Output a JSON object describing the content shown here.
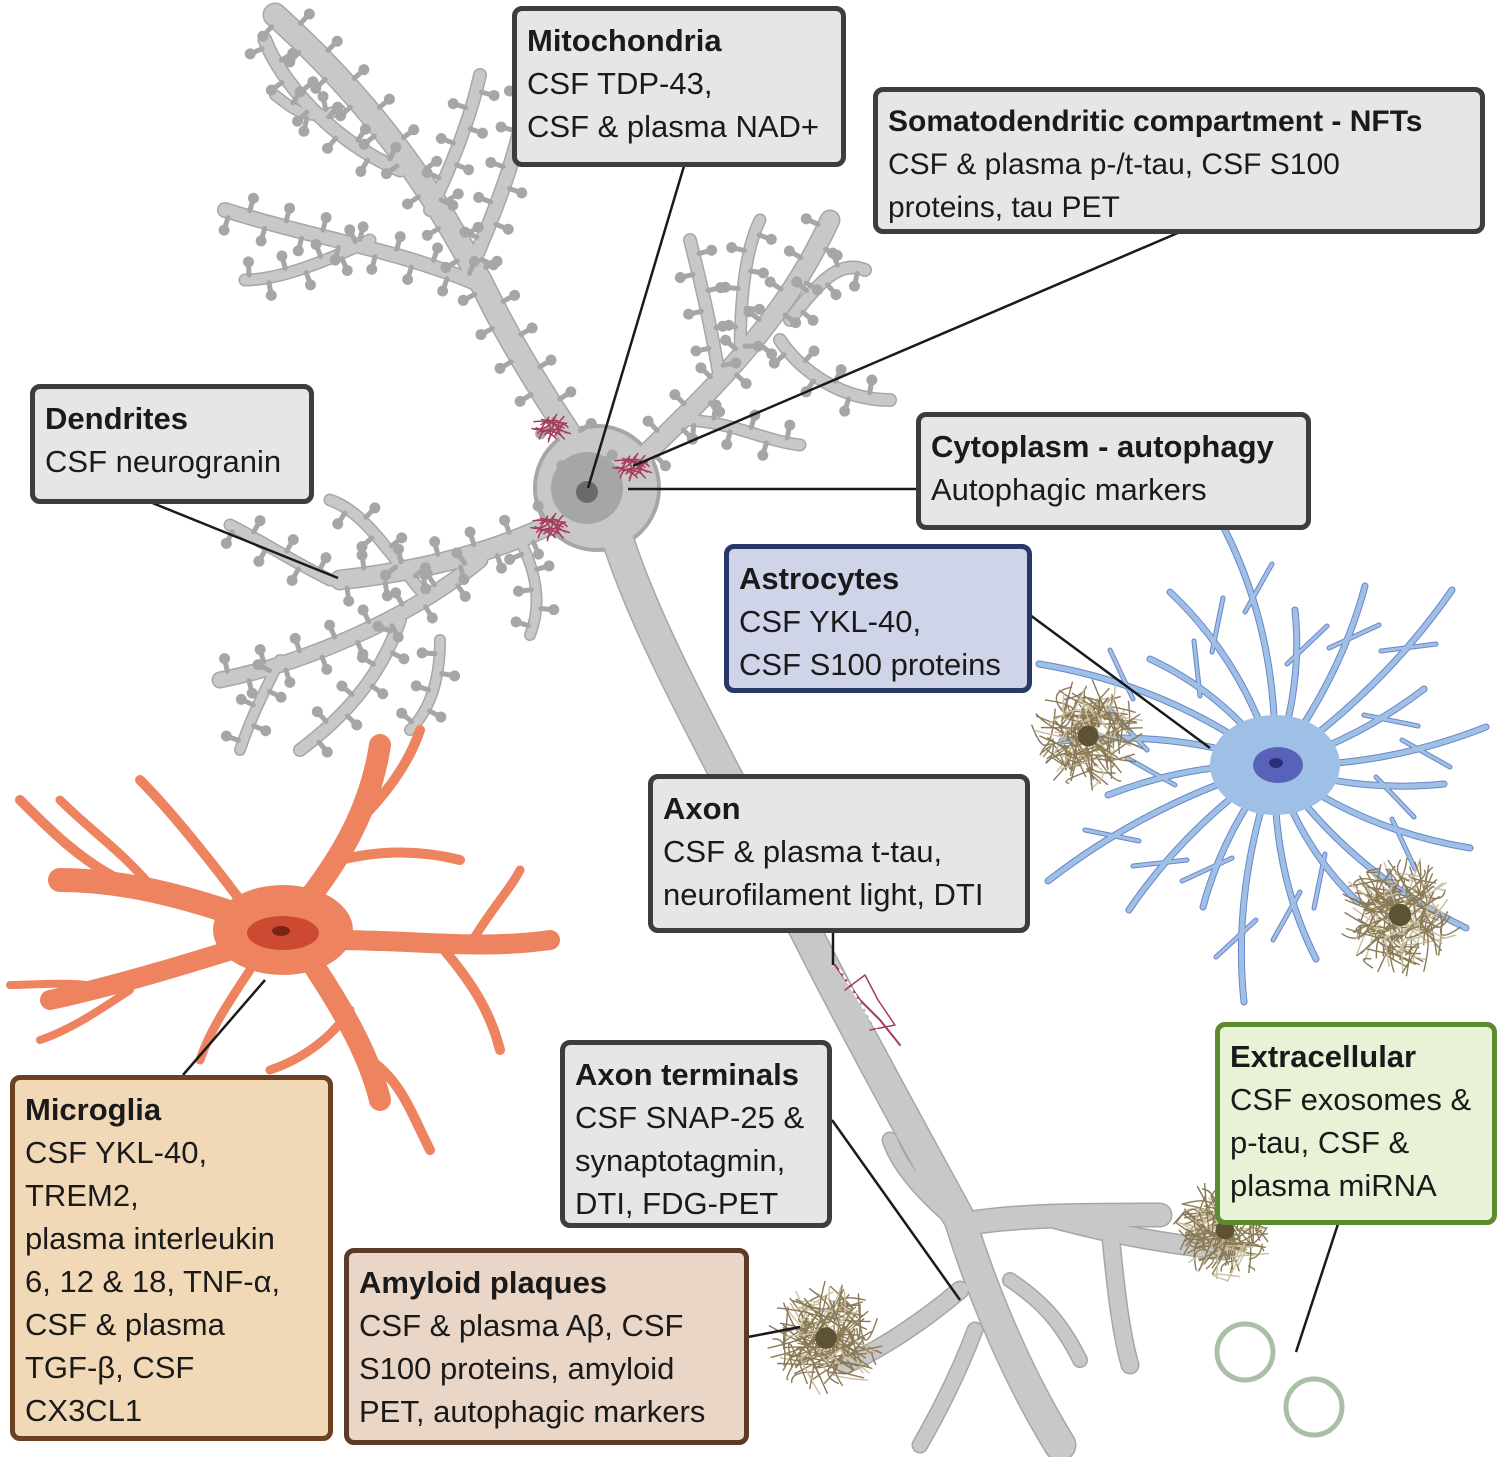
{
  "colors": {
    "neuron": "#c8c8c8",
    "neuron_edge": "#a6a6a6",
    "microglia": "#ee8360",
    "microglia_nucleus": "#cc4a32",
    "astrocyte": "#9fc0e6",
    "astrocyte_edge": "#6b86c6",
    "astrocyte_nucleus": "#5962b9",
    "plaque": "#8a7a55",
    "tangle": "#a83a5a",
    "vesicle": "#a9bfa6",
    "leader": "#1a1a1a"
  },
  "boxes": {
    "mitochondria": {
      "title": "Mitochondria",
      "body": "CSF TDP-43,\nCSF & plasma NAD+"
    },
    "somato": {
      "title": "Somatodendritic compartment  - NFTs",
      "body": "CSF & plasma p-/t-tau, CSF S100\nproteins, tau PET"
    },
    "dendrites": {
      "title": "Dendrites",
      "body": "CSF neurogranin"
    },
    "cytoplasm": {
      "title": "Cytoplasm -  autophagy",
      "body": "Autophagic markers"
    },
    "astrocytes": {
      "title": "Astrocytes",
      "body": "CSF YKL-40,\nCSF S100 proteins"
    },
    "axon": {
      "title": "Axon",
      "body": "CSF & plasma t-tau,\nneurofilament light, DTI"
    },
    "axon_terminals": {
      "title": "Axon terminals",
      "body": "CSF SNAP-25 &\nsynaptotagmin,\nDTI, FDG-PET"
    },
    "extracellular": {
      "title": "Extracellular",
      "body": "CSF exosomes &\np-tau, CSF &\nplasma miRNA"
    },
    "microglia": {
      "title": "Microglia",
      "body": "CSF YKL-40,\nTREM2,\nplasma interleukin\n6, 12 & 18, TNF-α,\nCSF & plasma\nTGF-β, CSF\nCX3CL1"
    },
    "amyloid": {
      "title": "Amyloid plaques",
      "body": "CSF & plasma Aβ, CSF\nS100 proteins, amyloid\nPET, autophagic markers"
    }
  }
}
